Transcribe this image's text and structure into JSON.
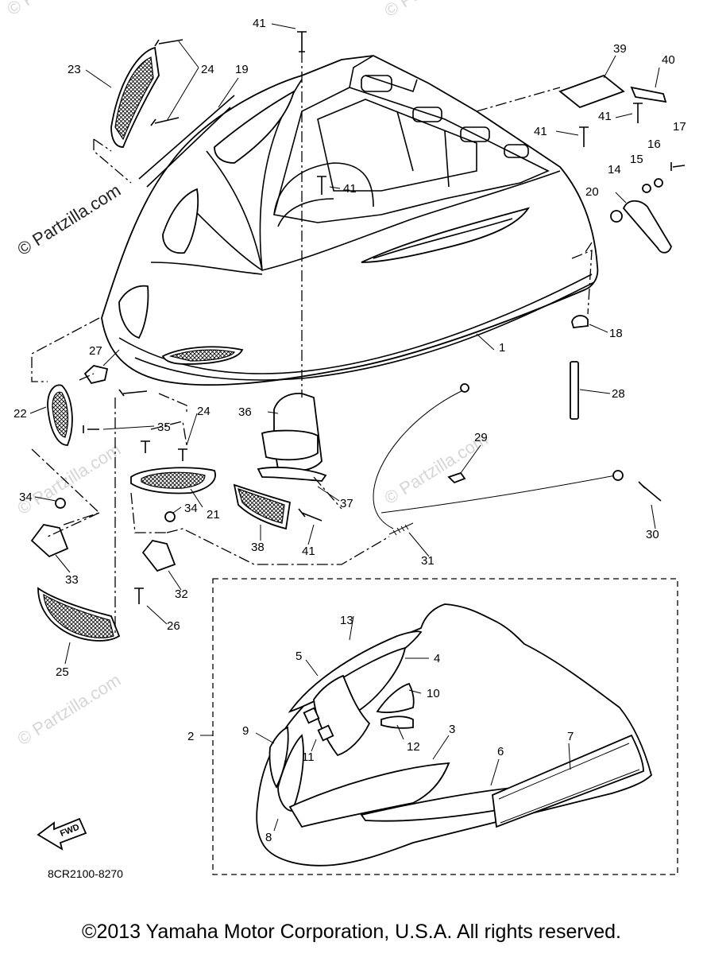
{
  "diagram": {
    "watermark": "© Partzilla.com",
    "drawing_code": "8CR2100-8270",
    "fwd_label": "FWD",
    "copyright": "©2013  Yamaha Motor Corporation, U.S.A. All rights reserved.",
    "callouts": {
      "c1": "1",
      "c2": "2",
      "c3": "3",
      "c4": "4",
      "c5": "5",
      "c6": "6",
      "c7": "7",
      "c8": "8",
      "c9": "9",
      "c10": "10",
      "c11": "11",
      "c12": "12",
      "c13": "13",
      "c14": "14",
      "c15": "15",
      "c16": "16",
      "c17": "17",
      "c18": "18",
      "c19": "19",
      "c20": "20",
      "c21": "21",
      "c22": "22",
      "c23": "23",
      "c24a": "24",
      "c24b": "24",
      "c25": "25",
      "c26": "26",
      "c27": "27",
      "c28": "28",
      "c29": "29",
      "c30": "30",
      "c31": "31",
      "c32": "32",
      "c33": "33",
      "c34a": "34",
      "c34b": "34",
      "c35": "35",
      "c36": "36",
      "c37": "37",
      "c38": "38",
      "c39": "39",
      "c40": "40",
      "c41a": "41",
      "c41b": "41",
      "c41c": "41",
      "c41d": "41",
      "c41e": "41"
    }
  }
}
